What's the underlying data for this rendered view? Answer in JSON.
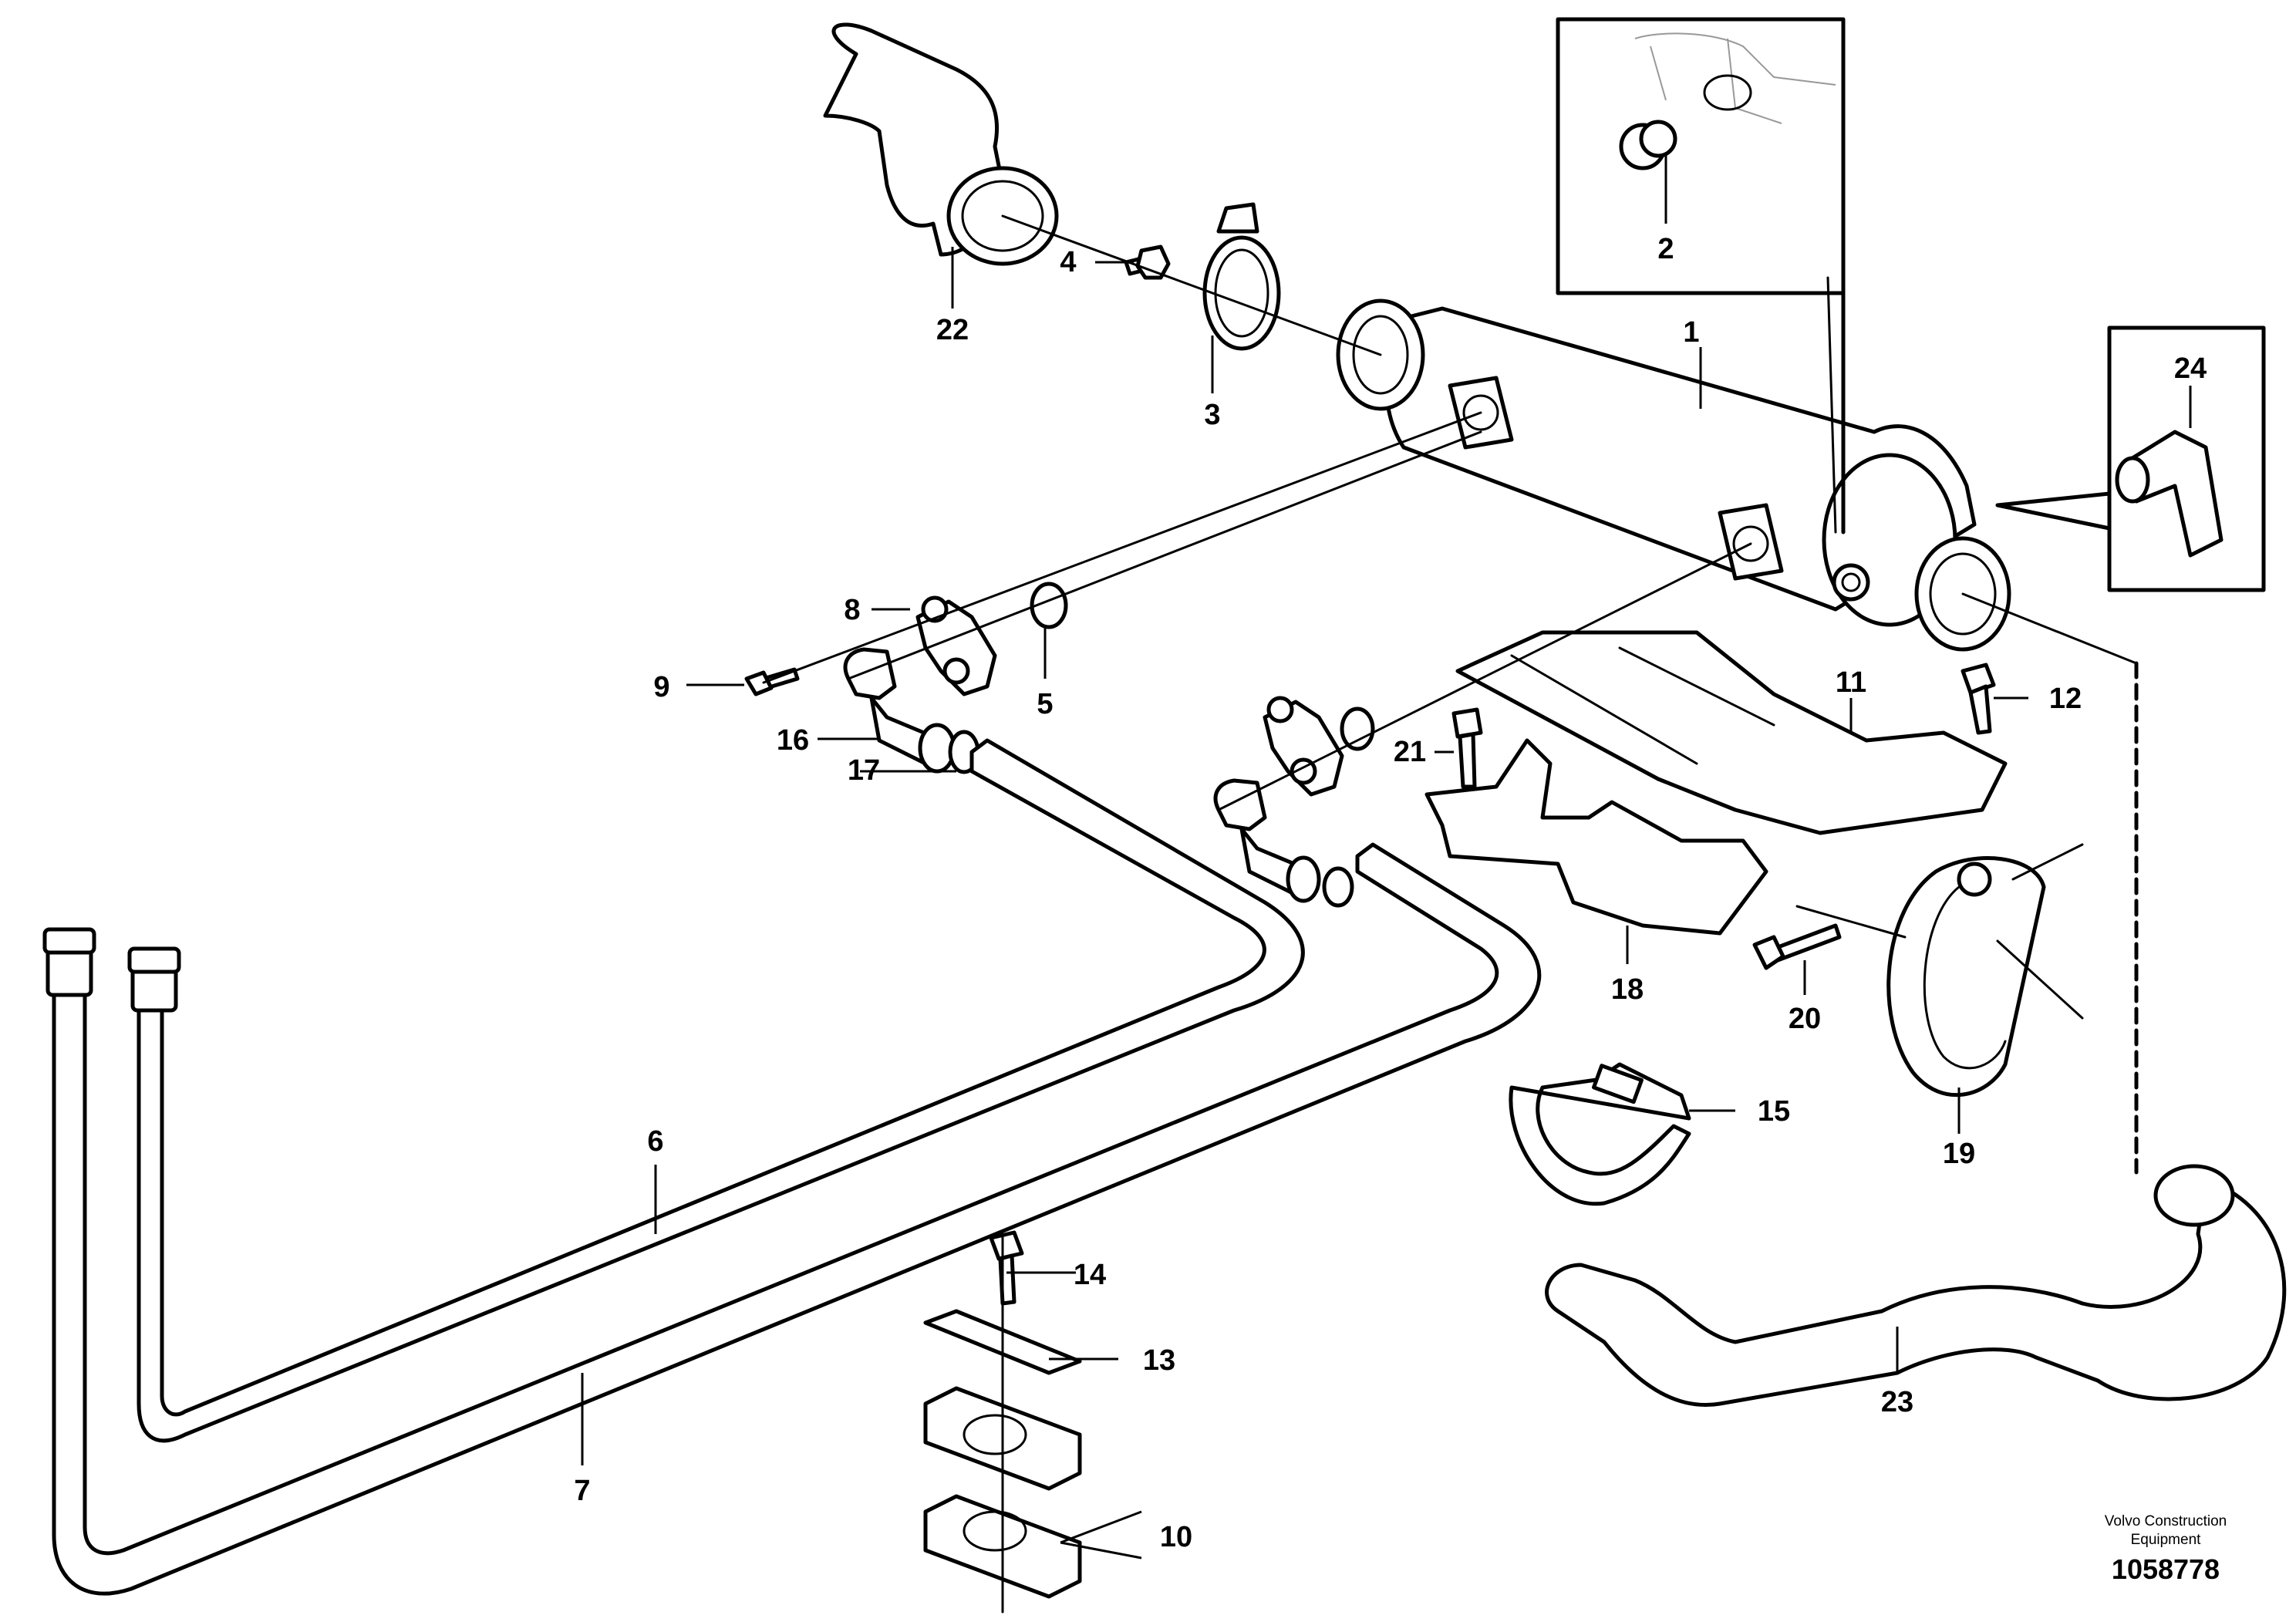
{
  "callouts": [
    "1",
    "2",
    "3",
    "4",
    "5",
    "6",
    "7",
    "8",
    "9",
    "10",
    "11",
    "12",
    "13",
    "14",
    "15",
    "16",
    "17",
    "18",
    "19",
    "20",
    "21",
    "22",
    "23",
    "24"
  ],
  "footer": {
    "credit_line1": "Volvo Construction",
    "credit_line2": "Equipment",
    "reference_number": "1058778"
  }
}
